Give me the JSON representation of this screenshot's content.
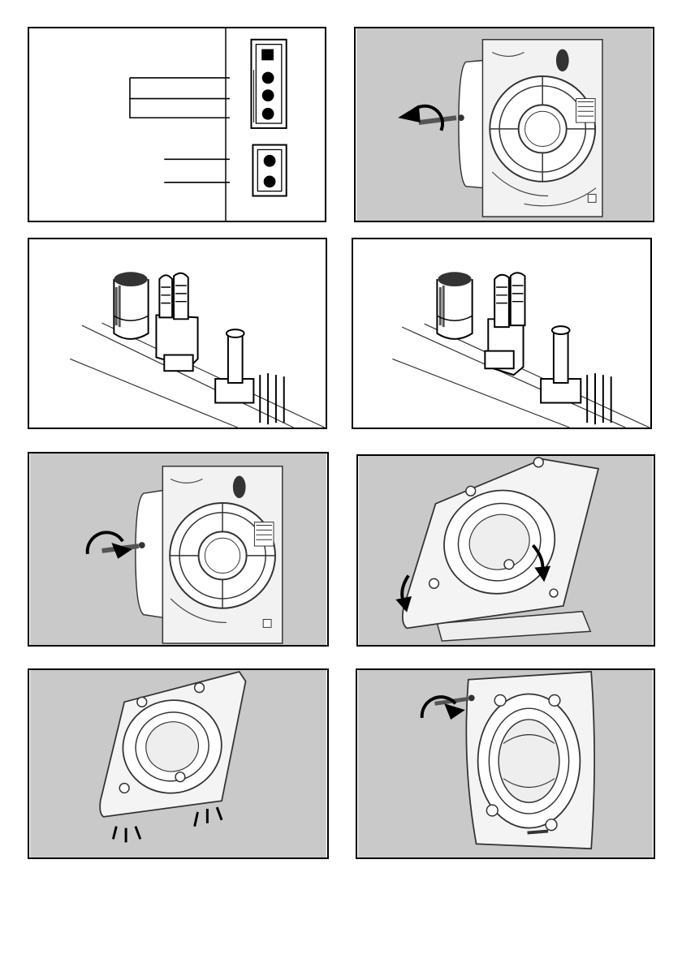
{
  "page": {
    "background": "#ffffff",
    "line_color": "#000000",
    "photo_background": "#c9c9c9"
  },
  "panels": [
    {
      "id": "wiring-diagram",
      "icons": [
        "terminal-block-3-pin-icon",
        "terminal-block-2-pin-icon"
      ]
    },
    {
      "id": "remove-cover-screw",
      "icons": [
        "fan-back-plate-icon",
        "rotate-counterclockwise-arrow-icon"
      ]
    },
    {
      "id": "jumper-position-a",
      "icons": [
        "capacitor-icon",
        "jumper-connector-icon",
        "potentiometer-icon"
      ]
    },
    {
      "id": "jumper-position-b",
      "icons": [
        "capacitor-icon",
        "jumper-connector-icon",
        "potentiometer-icon"
      ]
    },
    {
      "id": "refit-cover-screw",
      "icons": [
        "fan-back-plate-icon",
        "rotate-clockwise-arrow-icon"
      ]
    },
    {
      "id": "hook-cover-bottom",
      "icons": [
        "fan-front-cover-icon",
        "down-arrow-icon"
      ]
    },
    {
      "id": "press-cover-click",
      "icons": [
        "fan-front-cover-icon",
        "click-marks-icon"
      ]
    },
    {
      "id": "tighten-front-screw",
      "icons": [
        "fan-front-cover-icon",
        "rotate-clockwise-arrow-icon"
      ]
    }
  ]
}
